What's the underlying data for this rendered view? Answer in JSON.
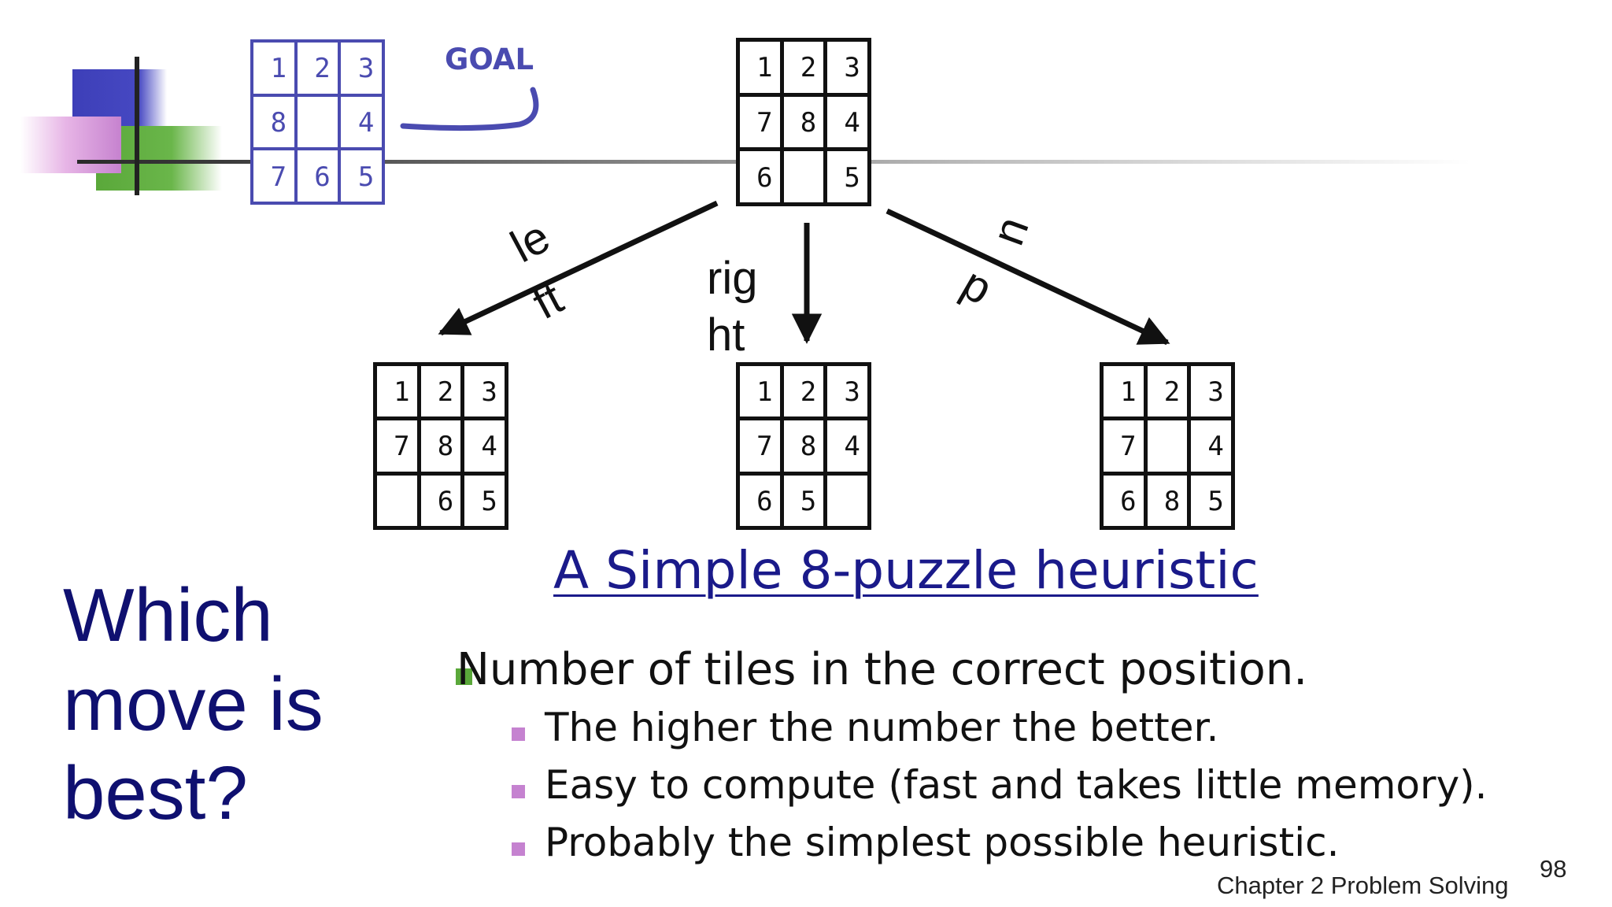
{
  "goal_label": "GOAL",
  "puzzles": {
    "goal": [
      [
        "1",
        "2",
        "3"
      ],
      [
        "8",
        "",
        "4"
      ],
      [
        "7",
        "6",
        "5"
      ]
    ],
    "start": [
      [
        "1",
        "2",
        "3"
      ],
      [
        "7",
        "8",
        "4"
      ],
      [
        "6",
        "",
        "5"
      ]
    ],
    "left_result": [
      [
        "1",
        "2",
        "3"
      ],
      [
        "7",
        "8",
        "4"
      ],
      [
        "",
        "6",
        "5"
      ]
    ],
    "right_result": [
      [
        "1",
        "2",
        "3"
      ],
      [
        "7",
        "8",
        "4"
      ],
      [
        "6",
        "5",
        ""
      ]
    ],
    "up_result": [
      [
        "1",
        "2",
        "3"
      ],
      [
        "7",
        "",
        "4"
      ],
      [
        "6",
        "8",
        "5"
      ]
    ]
  },
  "moves": {
    "left": [
      "le",
      "ft"
    ],
    "right": [
      "rig",
      "ht"
    ],
    "up": [
      "u",
      "p"
    ]
  },
  "title": "A Simple 8-puzzle heuristic",
  "question": "Which move is best?",
  "bullets": {
    "main": "Number of tiles in the correct position.",
    "sub": [
      "The higher the number the better.",
      "Easy to compute (fast and takes little memory).",
      "Probably the simplest possible heuristic."
    ]
  },
  "footer": "Chapter 2 Problem Solving",
  "page_number": "98",
  "colors": {
    "goal_blue": "#4a4bb0",
    "title_navy": "#1a1a8a",
    "bullet_green": "#5aa83a",
    "bullet_pink": "#c582d0"
  }
}
